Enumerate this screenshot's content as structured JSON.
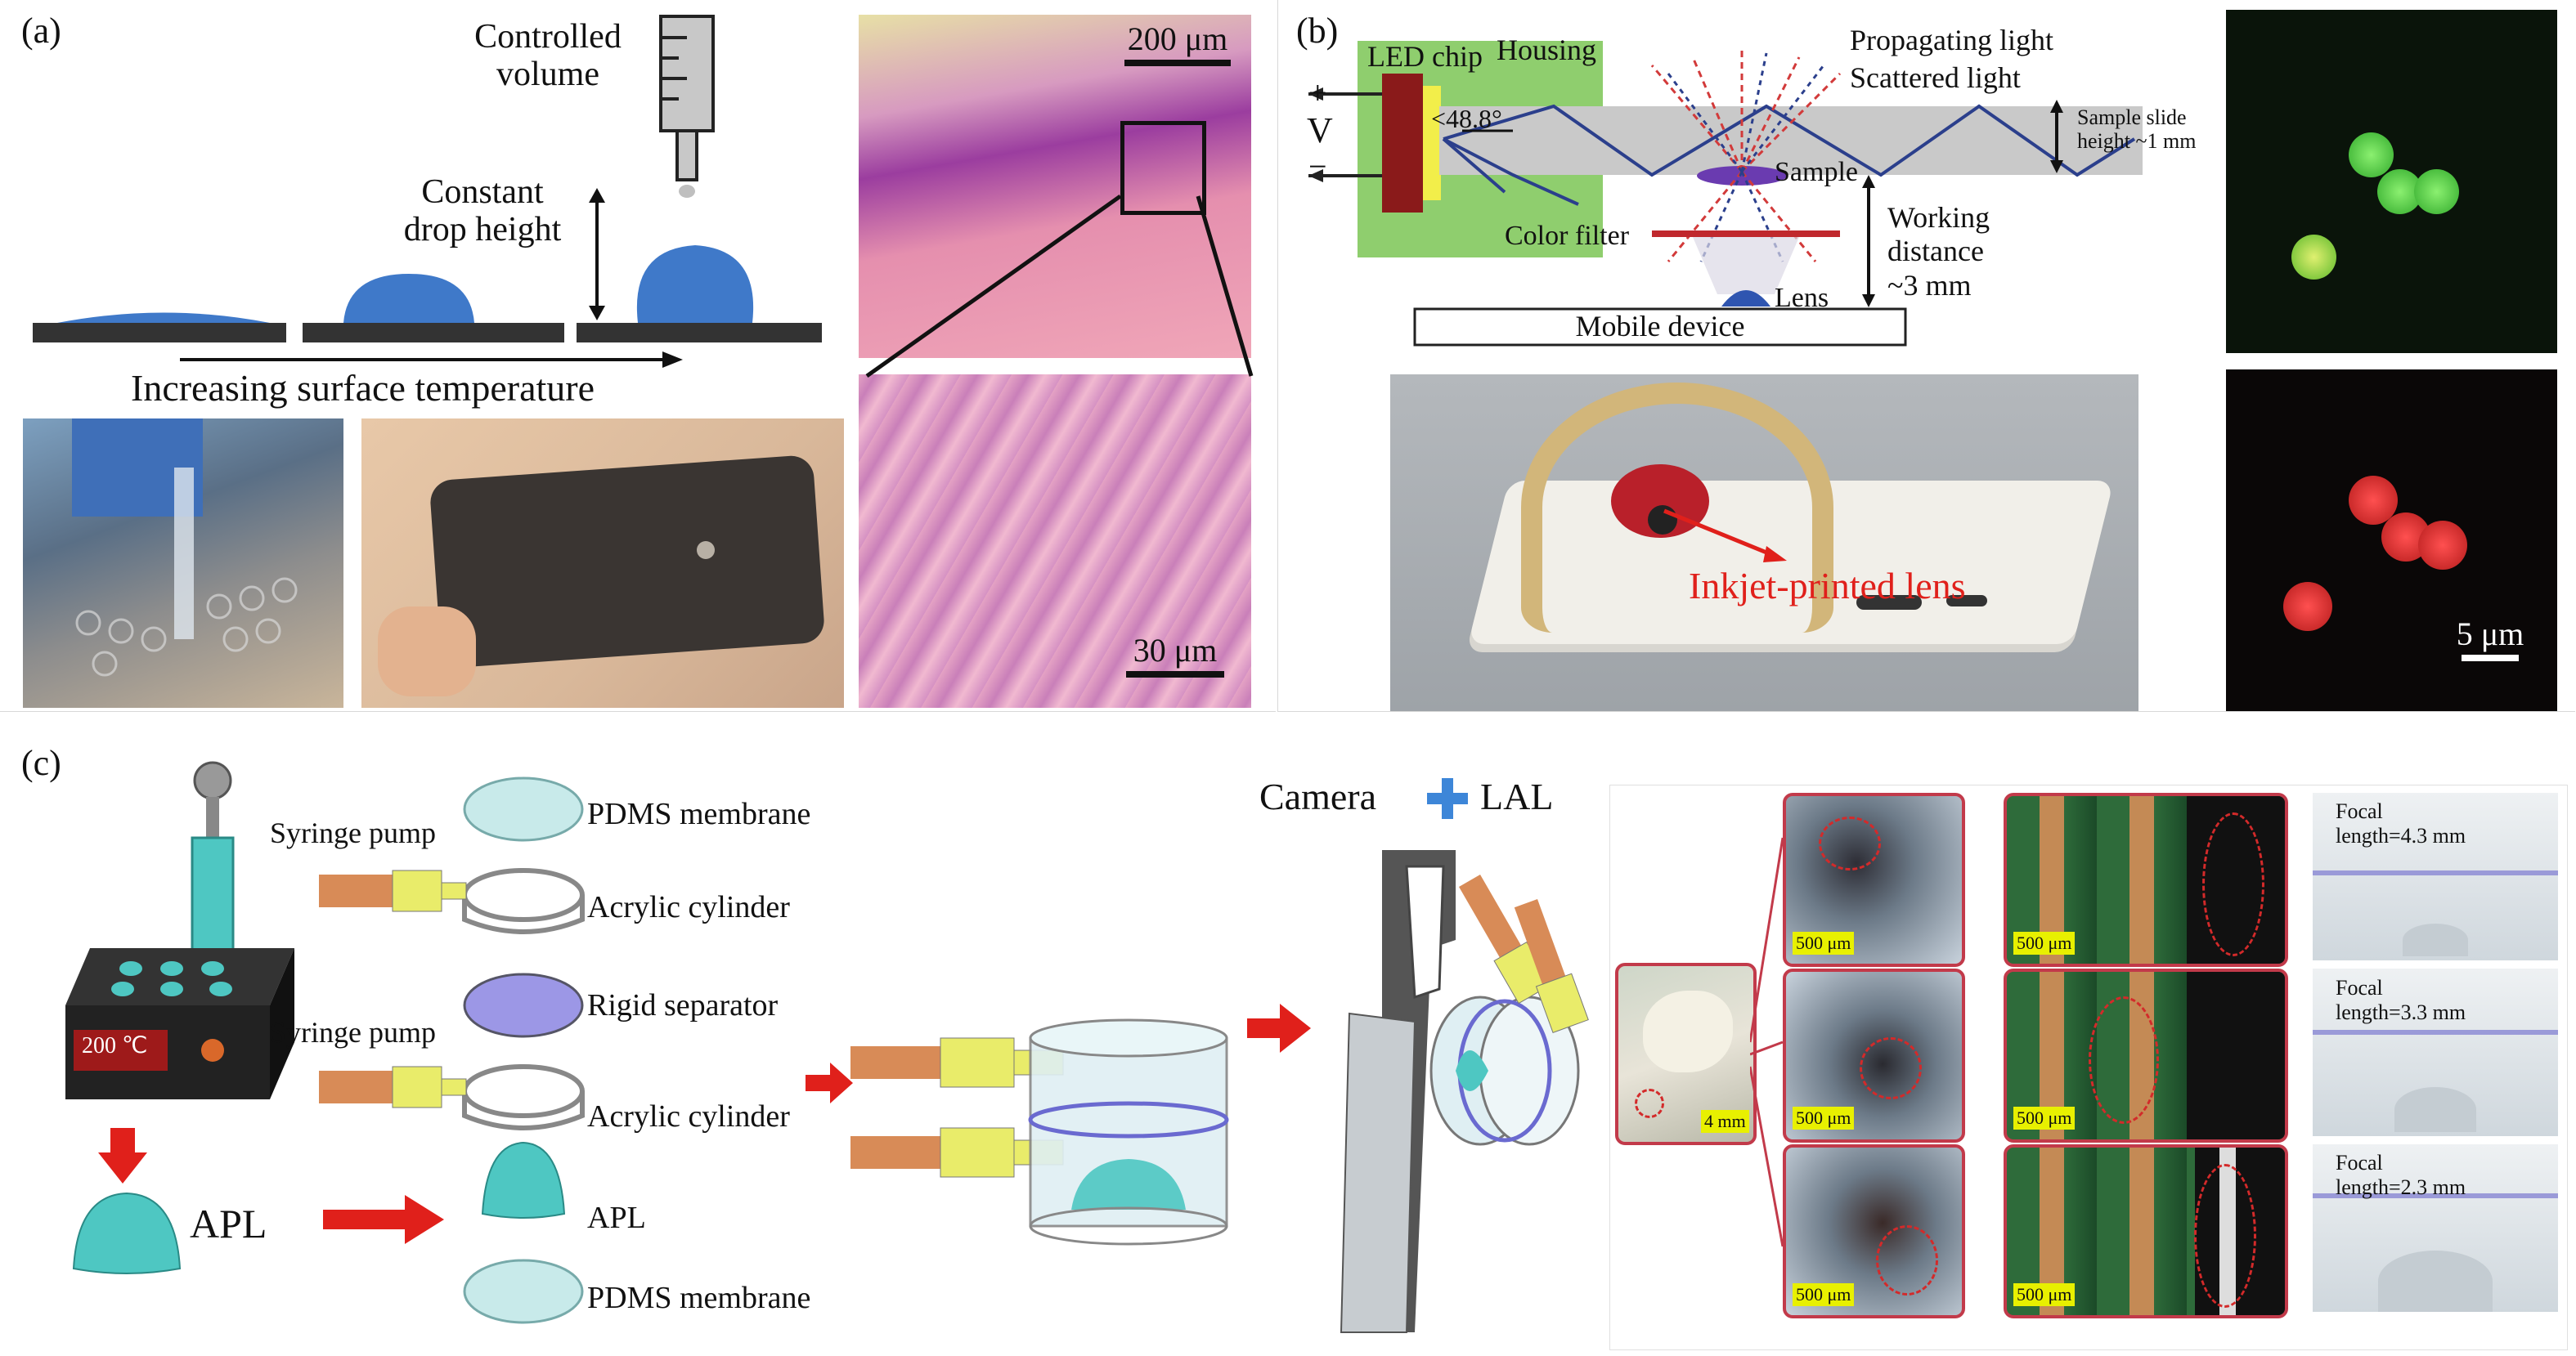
{
  "panels": {
    "a": {
      "letter": "(a)",
      "controlled_volume": [
        "Controlled",
        "volume"
      ],
      "constant_drop_height": [
        "Constant",
        "drop height"
      ],
      "increasing_surface_temperature": "Increasing surface temperature",
      "scale_top": "200 μm",
      "scale_bottom": "30 μm"
    },
    "b": {
      "letter": "(b)",
      "led_chip": "LED chip",
      "housing": "Housing",
      "plus": "+",
      "v": "V",
      "minus": "−",
      "angle": "<48.8°",
      "propagating_light": "Propagating light",
      "scattered_light": "Scattered light",
      "sample_slide": [
        "Sample slide",
        "height ~1 mm"
      ],
      "sample": "Sample",
      "color_filter": "Color filter",
      "working_distance": [
        "Working",
        "distance",
        "~3 mm"
      ],
      "lens": "Lens",
      "mobile_device": "Mobile device",
      "inkjet_printed_lens": "Inkjet-printed lens",
      "scale": "5 μm"
    },
    "c": {
      "letter": "(c)",
      "hotplate_temp": "200 ℃",
      "apl_left": "APL",
      "syringe_pump_1": "Syringe pump",
      "syringe_pump_2": "Syringe pump",
      "stack": [
        "PDMS membrane",
        "Acrylic cylinder",
        "Rigid separator",
        "Acrylic cylinder",
        "APL",
        "PDMS membrane"
      ],
      "camera": "Camera",
      "lal": "LAL",
      "tag_4mm": "4 mm",
      "tags_500": [
        "500 μm",
        "500 μm",
        "500 μm",
        "500 μm",
        "500 μm",
        "500 μm"
      ],
      "focal": [
        [
          "Focal",
          "length=4.3 mm"
        ],
        [
          "Focal",
          "length=3.3 mm"
        ],
        [
          "Focal",
          "length=2.3 mm"
        ]
      ]
    }
  },
  "colors": {
    "accent_red": "#e0201b",
    "drop_blue": "#3f79c9",
    "teal": "#4ec7c2",
    "housing_green": "#8fce6e"
  }
}
